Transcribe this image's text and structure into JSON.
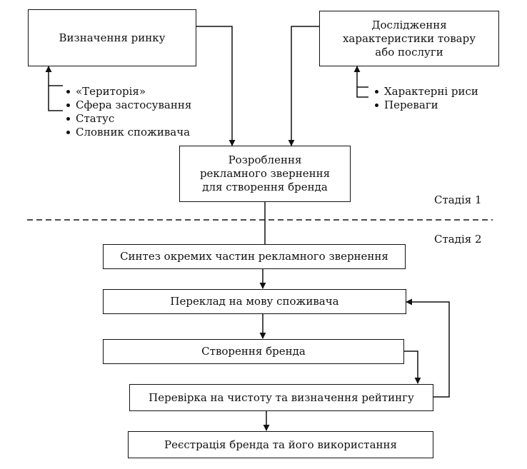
{
  "nodes": {
    "market_definition": "Визначення ринку",
    "product_research": "Дослідження\nхарактеристики товару\nабо послуги",
    "ad_appeal": "Розроблення\nрекламного звернення\nдля створення бренда",
    "synthesis": "Синтез окремих частин рекламного звернення",
    "translation": "Переклад на мову споживача",
    "brand_creation": "Створення бренда",
    "verification": "Перевірка на чистоту та визначення рейтингу",
    "registration": "Реєстрація бренда та його використання"
  },
  "market_items": [
    "«Територія»",
    "Сфера застосування",
    "Статус",
    "Словник споживача"
  ],
  "product_items": [
    "Характерні риси",
    "Переваги"
  ],
  "stages": {
    "stage1": "Стадія 1",
    "stage2": "Стадія 2"
  }
}
